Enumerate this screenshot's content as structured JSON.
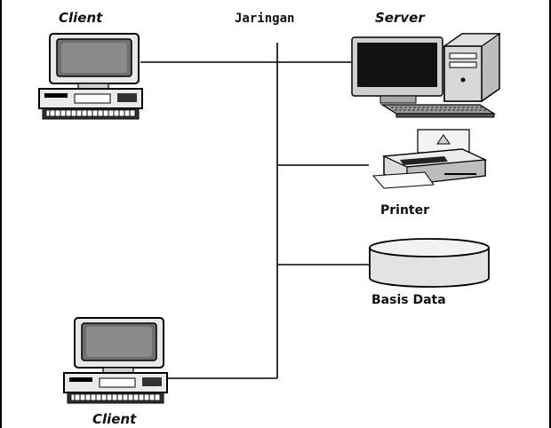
{
  "diagram": {
    "labels": {
      "client_top": "Client",
      "network": "Jaringan",
      "server": "Server",
      "printer": "Printer",
      "database": "Basis Data",
      "client_bottom": "Client"
    }
  }
}
